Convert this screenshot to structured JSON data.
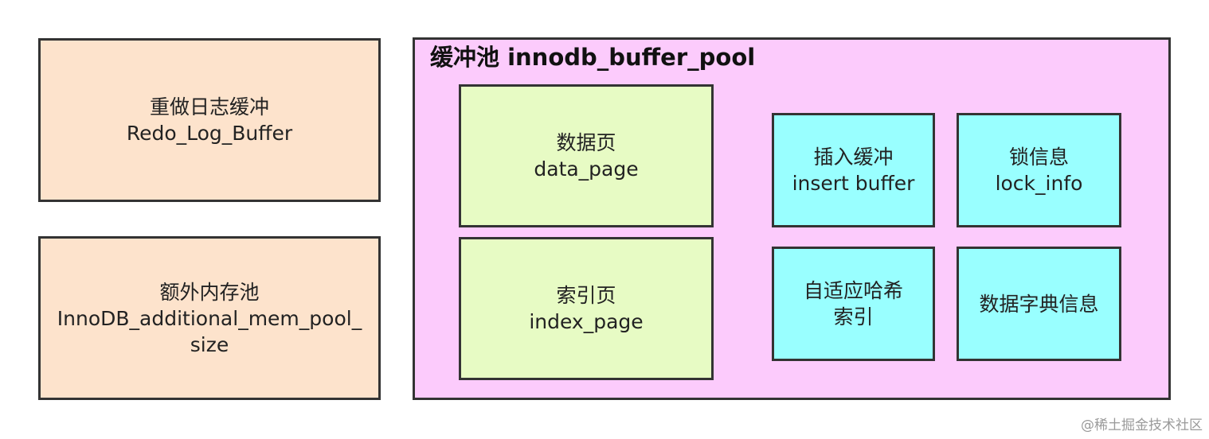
{
  "redo_log_buffer": {
    "line1": "重做日志缓冲",
    "line2": "Redo_Log_Buffer"
  },
  "additional_mem_pool": {
    "line1": "额外内存池",
    "line2": "InnoDB_additional_mem_pool_",
    "line3": "size"
  },
  "buffer_pool": {
    "title": "缓冲池 innodb_buffer_pool",
    "data_page": {
      "line1": "数据页",
      "line2": "data_page"
    },
    "index_page": {
      "line1": "索引页",
      "line2": "index_page"
    },
    "insert_buffer": {
      "line1": "插入缓冲",
      "line2": "insert buffer"
    },
    "lock_info": {
      "line1": "锁信息",
      "line2": "lock_info"
    },
    "adaptive_hash_index": {
      "line1": "自适应哈希",
      "line2": "索引"
    },
    "data_dictionary": {
      "line1": "数据字典信息"
    }
  },
  "watermark": "@稀土掘金技术社区",
  "colors": {
    "peach": "#fde3cc",
    "pink": "#fccbfc",
    "green": "#e7fbc4",
    "cyan": "#99ffff",
    "border": "#333333"
  }
}
